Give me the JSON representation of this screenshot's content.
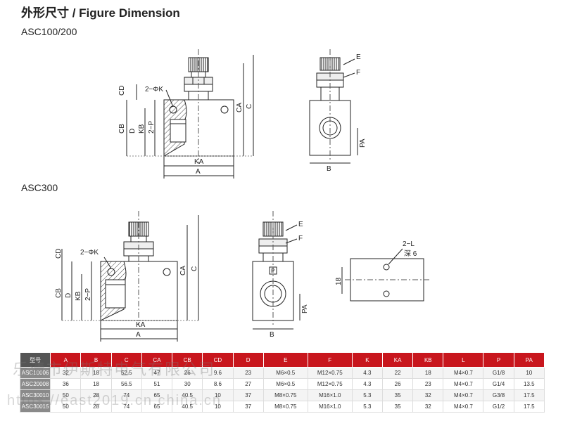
{
  "page": {
    "title": "外形尺寸 / Figure Dimension",
    "section1": "ASC100/200",
    "section2": "ASC300"
  },
  "labels": {
    "two_phi_k": "2−ΦK",
    "two_p": "2−P",
    "two_l": "2−L",
    "depth": "深 6",
    "cd": "CD",
    "cb": "CB",
    "d": "D",
    "kb": "KB",
    "ka": "KA",
    "a": "A",
    "ca": "CA",
    "c": "C",
    "e": "E",
    "f": "F",
    "pa": "PA",
    "b": "B",
    "eighteen": "18",
    "port_mark": "P"
  },
  "table": {
    "headers": [
      "型号",
      "A",
      "B",
      "C",
      "CA",
      "CB",
      "CD",
      "D",
      "E",
      "F",
      "K",
      "KA",
      "KB",
      "L",
      "P",
      "PA"
    ],
    "rows": [
      [
        "ASC10006",
        "32",
        "18",
        "52.5",
        "47",
        "26",
        "9.6",
        "23",
        "M6×0.5",
        "M12×0.75",
        "4.3",
        "22",
        "18",
        "M4×0.7",
        "G1/8",
        "10"
      ],
      [
        "ASC20008",
        "36",
        "18",
        "56.5",
        "51",
        "30",
        "8.6",
        "27",
        "M6×0.5",
        "M12×0.75",
        "4.3",
        "26",
        "23",
        "M4×0.7",
        "G1/4",
        "13.5"
      ],
      [
        "ASC30010",
        "50",
        "28",
        "74",
        "65",
        "40.5",
        "10",
        "37",
        "M8×0.75",
        "M16×1.0",
        "5.3",
        "35",
        "32",
        "M4×0.7",
        "G3/8",
        "17.5"
      ],
      [
        "ASC30015",
        "50",
        "28",
        "74",
        "65",
        "40.5",
        "10",
        "37",
        "M8×0.75",
        "M16×1.0",
        "5.3",
        "35",
        "32",
        "M4×0.7",
        "G1/2",
        "17.5"
      ]
    ]
  },
  "watermark": {
    "line1": "乐清市伊斯特电气有限公司",
    "line2": "https://east2019.cn.china.cn"
  }
}
